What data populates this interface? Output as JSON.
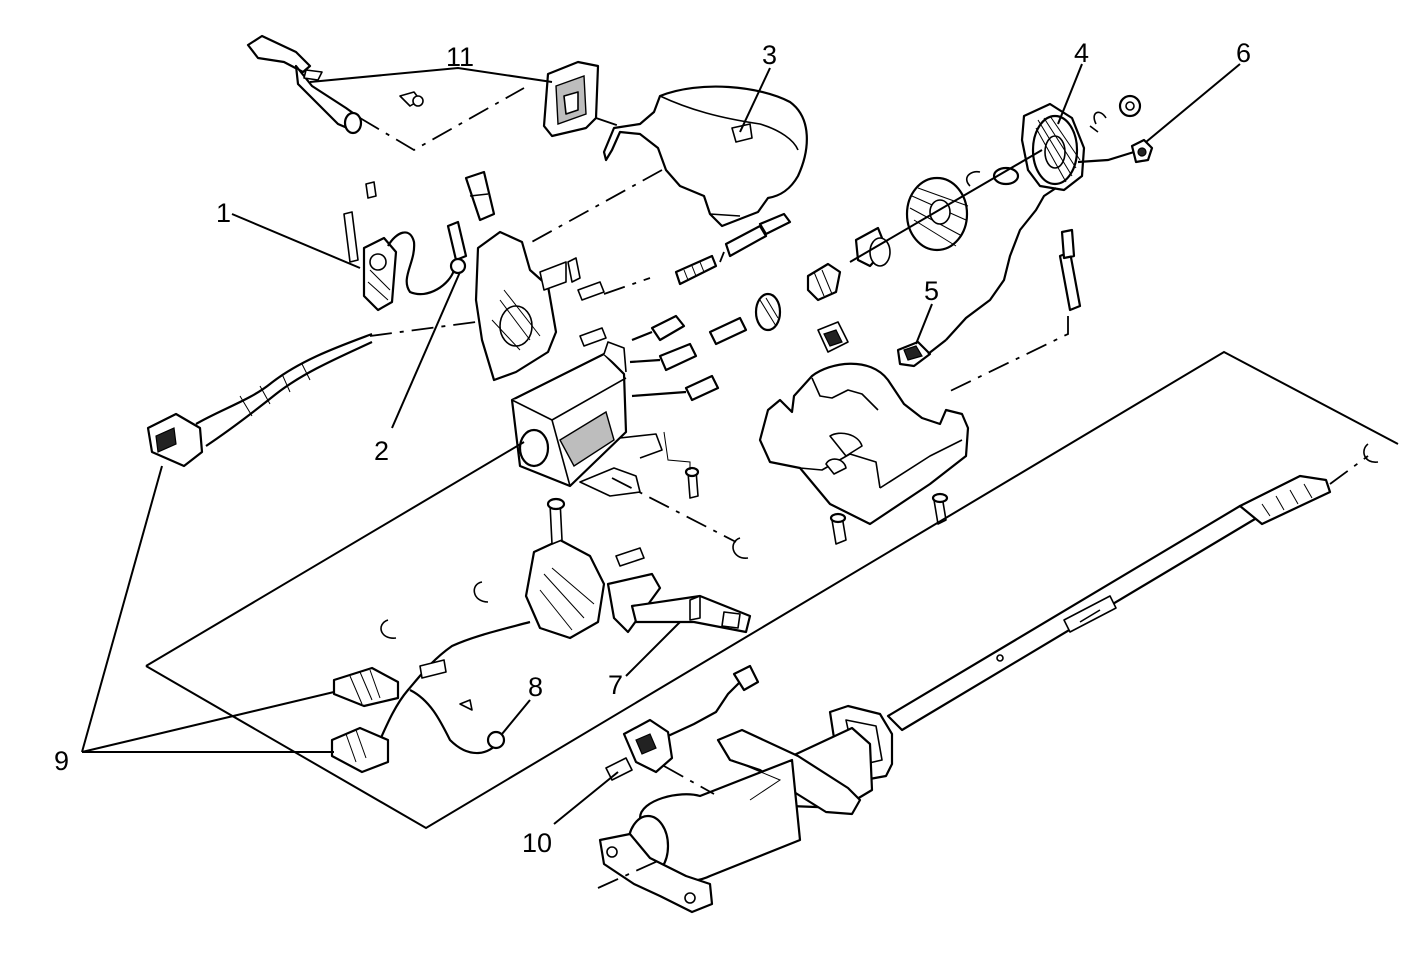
{
  "callouts": {
    "c1": "1",
    "c2": "2",
    "c3": "3",
    "c4": "4",
    "c5": "5",
    "c6": "6",
    "c7": "7",
    "c8": "8",
    "c9": "9",
    "c10": "10",
    "c11": "11"
  },
  "colors": {
    "line": "#000000",
    "background": "#ffffff",
    "shading": "#bdbdbd"
  }
}
